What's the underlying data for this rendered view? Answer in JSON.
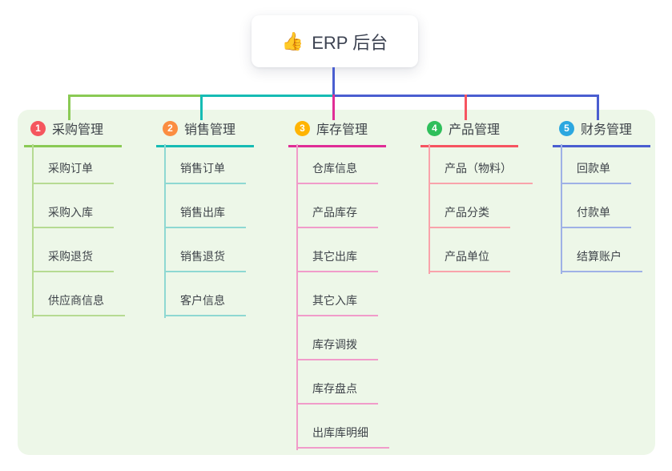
{
  "root": {
    "icon": "👍",
    "title": "ERP 后台"
  },
  "colors": {
    "background": "#ffffff",
    "panel": "#edf7e8",
    "trunk": "#4a5ed0",
    "root_text": "#3d4352",
    "node_text": "#3f444a"
  },
  "branches": [
    {
      "number": "1",
      "label": "采购管理",
      "badge_color": "#f5565e",
      "line_color": "#8aca54",
      "child_line_color": "#b6db92",
      "children": [
        "采购订单",
        "采购入库",
        "采购退货",
        "供应商信息"
      ]
    },
    {
      "number": "2",
      "label": "销售管理",
      "badge_color": "#fb8d41",
      "line_color": "#16bcb4",
      "child_line_color": "#8ed8d2",
      "children": [
        "销售订单",
        "销售出库",
        "销售退货",
        "客户信息"
      ]
    },
    {
      "number": "3",
      "label": "库存管理",
      "badge_color": "#ffb403",
      "line_color": "#e02d96",
      "child_line_color": "#f19cca",
      "children": [
        "仓库信息",
        "产品库存",
        "其它出库",
        "其它入库",
        "库存调拨",
        "库存盘点",
        "出库库明细"
      ]
    },
    {
      "number": "4",
      "label": "产品管理",
      "badge_color": "#2fbf5b",
      "line_color": "#f65460",
      "child_line_color": "#f9a3ab",
      "children": [
        "产品（物料）",
        "产品分类",
        "产品单位"
      ]
    },
    {
      "number": "5",
      "label": "财务管理",
      "badge_color": "#2ba7e0",
      "line_color": "#4a5ed0",
      "child_line_color": "#9fb1e6",
      "children": [
        "回款单",
        "付款单",
        "结算账户"
      ]
    }
  ]
}
